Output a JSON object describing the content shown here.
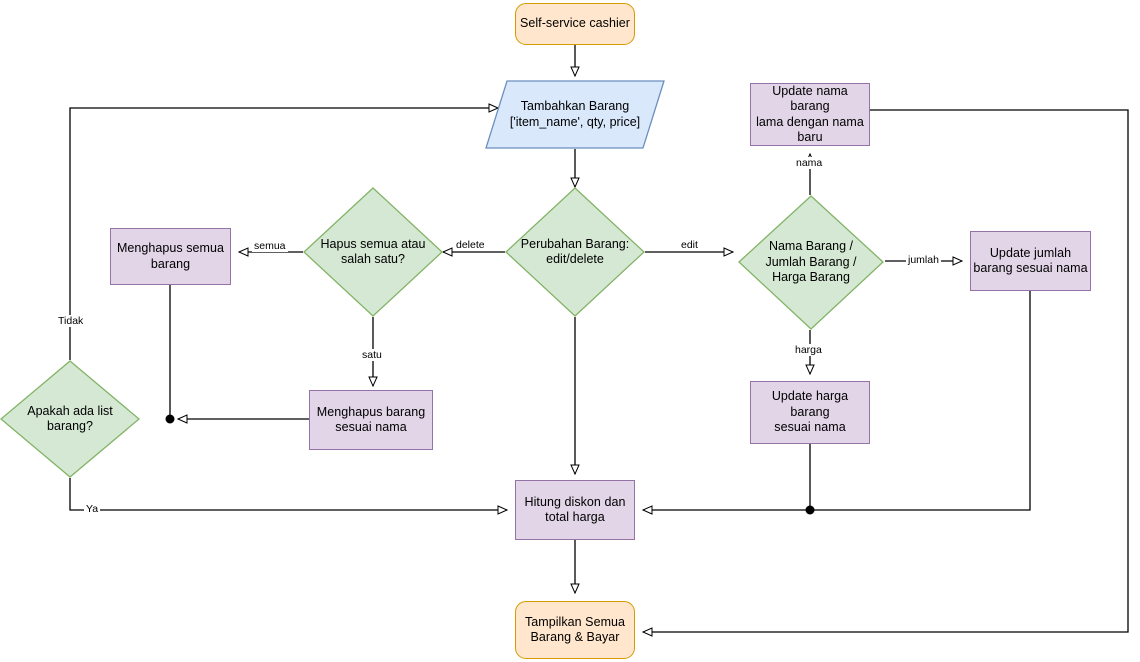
{
  "diagram": {
    "title": "Self-service cashier flowchart",
    "colors": {
      "terminal_fill": "#ffe6cc",
      "terminal_stroke": "#d79b00",
      "process_fill": "#e1d5e7",
      "process_stroke": "#9673a6",
      "decision_fill": "#d5e8d4",
      "decision_stroke": "#82b366",
      "io_fill": "#dae8fc",
      "io_stroke": "#6c8ebf",
      "edge_stroke": "#000000",
      "background": "#ffffff"
    },
    "nodes": {
      "start": {
        "id": "start",
        "shape": "terminal",
        "text": "Self-service cashier"
      },
      "add_item": {
        "id": "add_item",
        "shape": "parallelogram",
        "line1": "Tambahkan Barang",
        "line2": "['item_name', qty, price]"
      },
      "change_item": {
        "id": "change_item",
        "shape": "decision",
        "line1": "Perubahan Barang:",
        "line2": "edit/delete"
      },
      "delete_choice": {
        "id": "delete_choice",
        "shape": "decision",
        "line1": "Hapus semua atau",
        "line2": "salah satu?"
      },
      "delete_all": {
        "id": "delete_all",
        "shape": "process",
        "line1": "Menghapus semua",
        "line2": "barang"
      },
      "delete_one": {
        "id": "delete_one",
        "shape": "process",
        "line1": "Menghapus barang",
        "line2": "sesuai nama"
      },
      "list_check": {
        "id": "list_check",
        "shape": "decision",
        "line1": "Apakah ada list",
        "line2": "barang?"
      },
      "edit_choice": {
        "id": "edit_choice",
        "shape": "decision",
        "line1": "Nama Barang /",
        "line2": "Jumlah Barang /",
        "line3": "Harga Barang"
      },
      "update_name": {
        "id": "update_name",
        "shape": "process",
        "line1": "Update nama barang",
        "line2": "lama dengan nama",
        "line3": "baru"
      },
      "update_qty": {
        "id": "update_qty",
        "shape": "process",
        "line1": "Update jumlah",
        "line2": "barang sesuai nama"
      },
      "update_price": {
        "id": "update_price",
        "shape": "process",
        "line1": "Update harga barang",
        "line2": "sesuai nama"
      },
      "calc_total": {
        "id": "calc_total",
        "shape": "process",
        "line1": "Hitung diskon dan",
        "line2": "total harga"
      },
      "show_pay": {
        "id": "show_pay",
        "shape": "terminal",
        "line1": "Tampilkan Semua",
        "line2": "Barang & Bayar"
      }
    },
    "edge_labels": {
      "delete": "delete",
      "edit": "edit",
      "semua": "semua",
      "satu": "satu",
      "tidak": "Tidak",
      "ya": "Ya",
      "nama": "nama",
      "jumlah": "jumlah",
      "harga": "harga"
    },
    "flow": [
      {
        "from": "start",
        "to": "add_item",
        "label": ""
      },
      {
        "from": "add_item",
        "to": "change_item",
        "label": ""
      },
      {
        "from": "change_item",
        "to": "delete_choice",
        "label": "delete"
      },
      {
        "from": "change_item",
        "to": "edit_choice",
        "label": "edit"
      },
      {
        "from": "change_item",
        "to": "calc_total",
        "label": ""
      },
      {
        "from": "delete_choice",
        "to": "delete_all",
        "label": "semua"
      },
      {
        "from": "delete_choice",
        "to": "delete_one",
        "label": "satu"
      },
      {
        "from": "delete_all",
        "to": "list_check",
        "label": ""
      },
      {
        "from": "delete_one",
        "to": "list_check",
        "label": ""
      },
      {
        "from": "list_check",
        "to": "add_item",
        "label": "Tidak"
      },
      {
        "from": "list_check",
        "to": "calc_total",
        "label": "Ya"
      },
      {
        "from": "edit_choice",
        "to": "update_name",
        "label": "nama"
      },
      {
        "from": "edit_choice",
        "to": "update_qty",
        "label": "jumlah"
      },
      {
        "from": "edit_choice",
        "to": "update_price",
        "label": "harga"
      },
      {
        "from": "update_name",
        "to": "show_pay",
        "label": ""
      },
      {
        "from": "update_qty",
        "to": "calc_total",
        "label": ""
      },
      {
        "from": "update_price",
        "to": "calc_total",
        "label": ""
      },
      {
        "from": "calc_total",
        "to": "show_pay",
        "label": ""
      }
    ]
  }
}
